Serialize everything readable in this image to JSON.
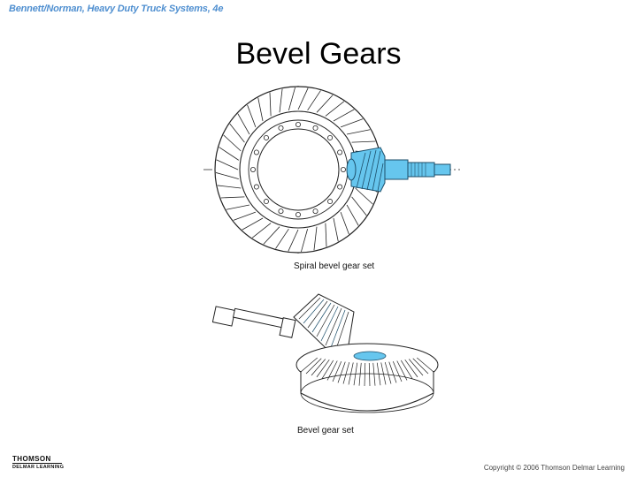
{
  "header": {
    "text": "Bennett/Norman, Heavy Duty Truck Systems, 4e"
  },
  "slide": {
    "title": "Bevel Gears"
  },
  "figures": [
    {
      "caption": "Spiral bevel gear set"
    },
    {
      "caption": "Bevel gear set"
    }
  ],
  "footer": {
    "logo_brand": "THOMSON",
    "logo_sub": "DELMAR LEARNING",
    "copyright": "Copyright © 2006 Thomson Delmar Learning"
  },
  "colors": {
    "header_blue": "#4f8fd0",
    "gear_highlight": "#66c6ee"
  }
}
